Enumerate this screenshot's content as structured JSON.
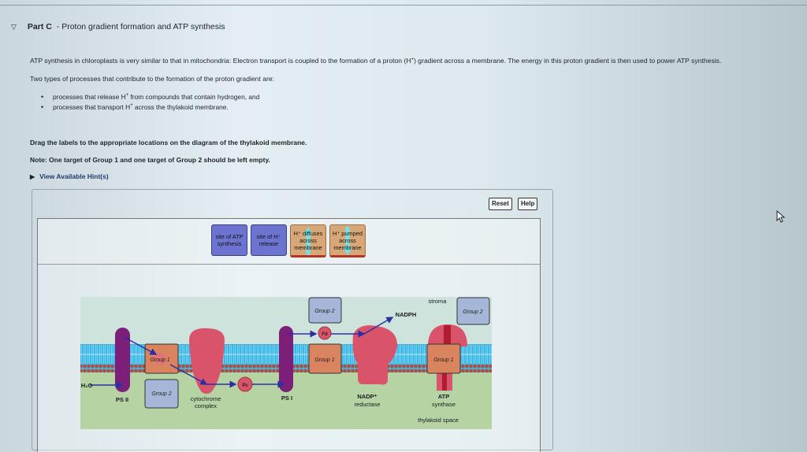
{
  "header": {
    "part_label": "Part C",
    "title": "Proton gradient formation and ATP synthesis",
    "separator": " - "
  },
  "intro": {
    "line1_a": "ATP synthesis in chloroplasts is very similar to that in mitochondria: Electron transport is coupled to the formation of a proton (H",
    "line1_sup": "+",
    "line1_b": ") gradient across a membrane. The energy in this proton gradient is then used to power ATP synthesis.",
    "line2": "Two types of processes that contribute to the formation of the proton gradient are:"
  },
  "bullets": [
    {
      "a": "processes that release H",
      "sup": "+",
      "b": " from compounds that contain hydrogen, and"
    },
    {
      "a": "processes that transport H",
      "sup": "+",
      "b": " across the thylakoid membrane."
    }
  ],
  "instructions": "Drag the labels to the appropriate locations on the diagram of the thylakoid membrane.",
  "note": "Note: One target of Group 1 and one target of Group 2 should be left empty.",
  "hint_label": "View Available Hint(s)",
  "toolbar": {
    "reset": "Reset",
    "help": "Help"
  },
  "labels": [
    {
      "text_a": "site of ATP",
      "text_b": "synthesis",
      "group": "Group 2",
      "color": "#6d74cf"
    },
    {
      "text_a": "site of H⁺",
      "text_b": "release",
      "group": "Group 2",
      "color": "#6d74cf"
    },
    {
      "text_a": "H⁺ diffuses",
      "text_b": "across",
      "text_c": "membrane",
      "group": "Group 1",
      "arrow": "up",
      "color": "#d8a778"
    },
    {
      "text_a": "H⁺ pumped",
      "text_b": "across",
      "text_c": "membrane",
      "group": "Group 1",
      "arrow": "down",
      "color": "#d8a778"
    }
  ],
  "diagram": {
    "stroma": "stroma",
    "thylakoid_space": "thylakoid space",
    "water": "H₂O",
    "nadph": "NADPH",
    "fd": "Fd",
    "pc": "Pc",
    "complexes": {
      "ps2": "PS II",
      "cyt_a": "cytochrome",
      "cyt_b": "complex",
      "ps1": "PS I",
      "nadp_a": "NADP⁺",
      "nadp_b": "reductase",
      "atp_a": "ATP",
      "atp_b": "synthase"
    },
    "targets": {
      "group1": "Group 1",
      "group2": "Group 2"
    }
  },
  "colors": {
    "stroma_bg": "#cfe3dd",
    "lumen_bg": "#b6d4a3",
    "membrane_blue": "#3cb6e4",
    "lipid_head": "#b84a36",
    "photosystem": "#7c1f78",
    "protein_red": "#d9546a",
    "group1_fill": "#d9835f",
    "group2_fill": "#a6b6d8",
    "arrow_blue": "#2b2fa6"
  }
}
